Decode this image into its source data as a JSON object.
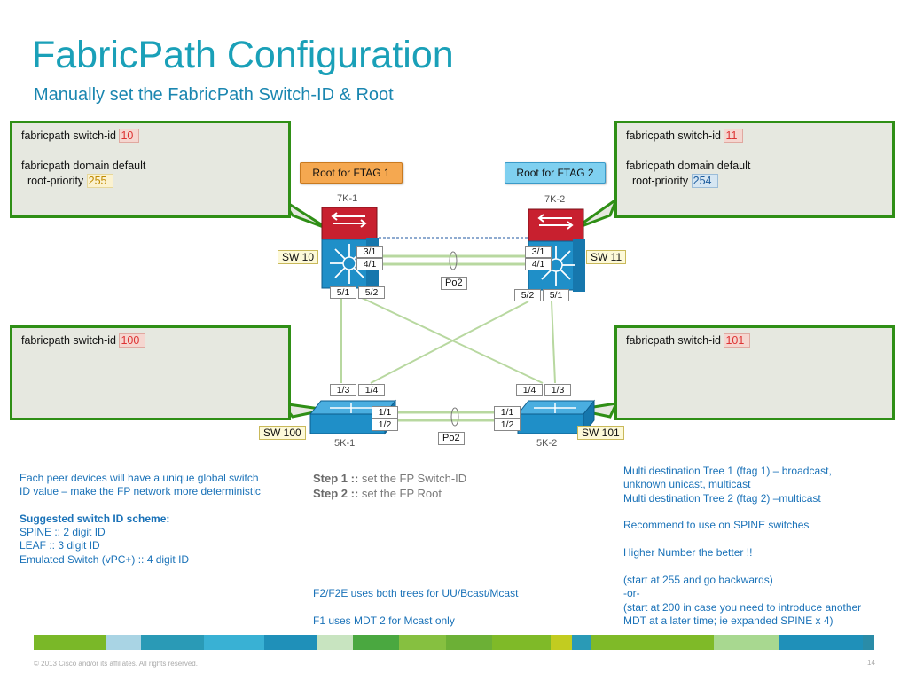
{
  "header": {
    "title": "FabricPath Configuration",
    "subtitle": "Manually set the FabricPath Switch-ID & Root"
  },
  "config_boxes": {
    "tl": {
      "line1_pre": "fabricpath switch-id ",
      "line1_val": "10",
      "line2": "fabricpath domain default",
      "line3_pre": "root-priority ",
      "line3_val": "255"
    },
    "tr": {
      "line1_pre": "fabricpath switch-id ",
      "line1_val": "11",
      "line2": "fabricpath domain default",
      "line3_pre": "root-priority ",
      "line3_val": "254"
    },
    "bl": {
      "line1_pre": "fabricpath switch-id ",
      "line1_val": "100"
    },
    "br": {
      "line1_pre": "fabricpath switch-id ",
      "line1_val": "101"
    }
  },
  "diagram": {
    "root_ftag1": "Root for FTAG 1",
    "root_ftag2": "Root for FTAG 2",
    "spine_left_name": "7K-1",
    "spine_right_name": "7K-2",
    "leaf_left_name": "5K-1",
    "leaf_right_name": "5K-2",
    "sw10": "SW 10",
    "sw11": "SW 11",
    "sw100": "SW 100",
    "sw101": "SW 101",
    "po2_top": "Po2",
    "po2_bottom": "Po2",
    "ports": {
      "k1_31": "3/1",
      "k1_41": "4/1",
      "k1_51": "5/1",
      "k1_52": "5/2",
      "k2_31": "3/1",
      "k2_41": "4/1",
      "k2_52": "5/2",
      "k2_51": "5/1",
      "n1_13": "1/3",
      "n1_14": "1/4",
      "n1_11": "1/1",
      "n1_12": "1/2",
      "n2_14": "1/4",
      "n2_13": "1/3",
      "n2_11": "1/1",
      "n2_12": "1/2"
    },
    "colors": {
      "spine_red": "#c8202f",
      "switch_blue": "#1f8fc8",
      "link_green": "#b8d8a0",
      "box_border": "#2f8f16"
    }
  },
  "left_text": {
    "p1_l1": "Each peer devices will have a unique global switch",
    "p1_l2": "ID value – make the FP network more deterministic",
    "heading": "Suggested switch ID scheme:",
    "l1": "SPINE :: 2 digit ID",
    "l2": "LEAF :: 3 digit ID",
    "l3": "Emulated Switch (vPC+) :: 4 digit ID"
  },
  "steps": {
    "s1_label": "Step 1 :: ",
    "s1_text": "set the FP Switch-ID",
    "s2_label": "Step 2 :: ",
    "s2_text": "set the FP Root"
  },
  "center_notes": {
    "n1": "F2/F2E uses both trees for UU/Bcast/Mcast",
    "n2": "F1 uses MDT 2 for Mcast only"
  },
  "right_text": {
    "l1": "Multi destination Tree 1 (ftag 1) – broadcast,",
    "l2": "unknown unicast, multicast",
    "l3": "Multi destination Tree 2 (ftag 2) –multicast",
    "l4": "Recommend to use on SPINE switches",
    "l5": "Higher Number the better !!",
    "l6": "(start at 255 and go backwards)",
    "l7": "-or-",
    "l8": "(start at 200 in case you need to introduce another",
    "l9": "MDT at a later time; ie expanded SPINE x 4)"
  },
  "footer": {
    "copyright": "© 2013 Cisco and/or its affiliates. All rights reserved.",
    "page": "14"
  },
  "color_bar": [
    "#7ab828",
    "#a9d4e4",
    "#2a9ab6",
    "#39b1d4",
    "#1f90b9",
    "#c8e4c0",
    "#4aa840",
    "#86c040",
    "#6cb036",
    "#7fba28",
    "#c2cc20",
    "#2a9ab6",
    "#7fba28",
    "#a8d890",
    "#1f90b9",
    "#2a8ca8"
  ]
}
